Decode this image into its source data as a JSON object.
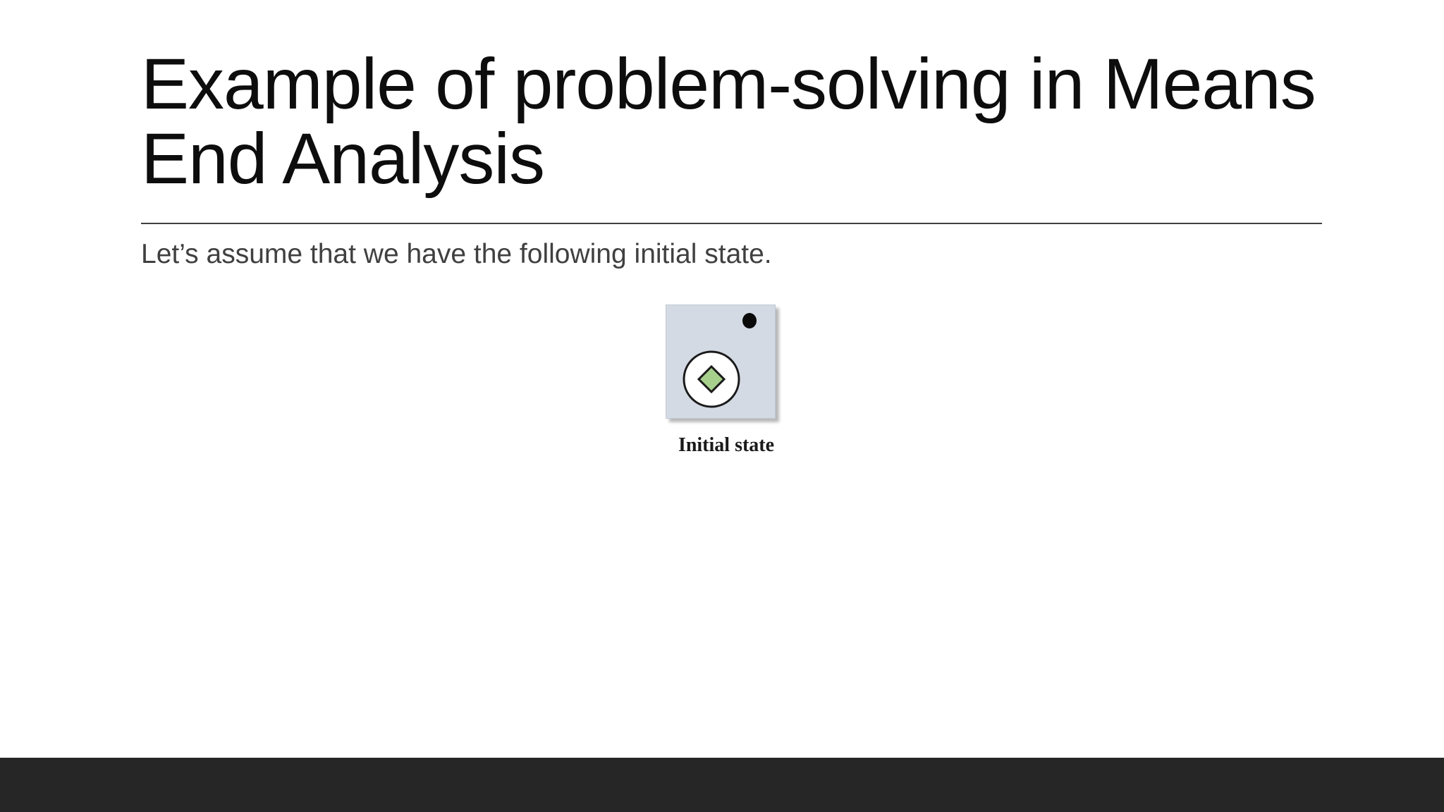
{
  "slide": {
    "title_line1": "Example of problem-solving in Means",
    "title_line2": "End Analysis",
    "body": "Let’s assume that we have the following initial state.",
    "figure": {
      "caption": "Initial state",
      "box_color": "#d3dae4",
      "diamond_color": "#a8d08d",
      "icons": [
        "circle-with-diamond-icon",
        "black-dot-icon"
      ]
    }
  },
  "footer": {
    "bar_color": "#262626"
  }
}
